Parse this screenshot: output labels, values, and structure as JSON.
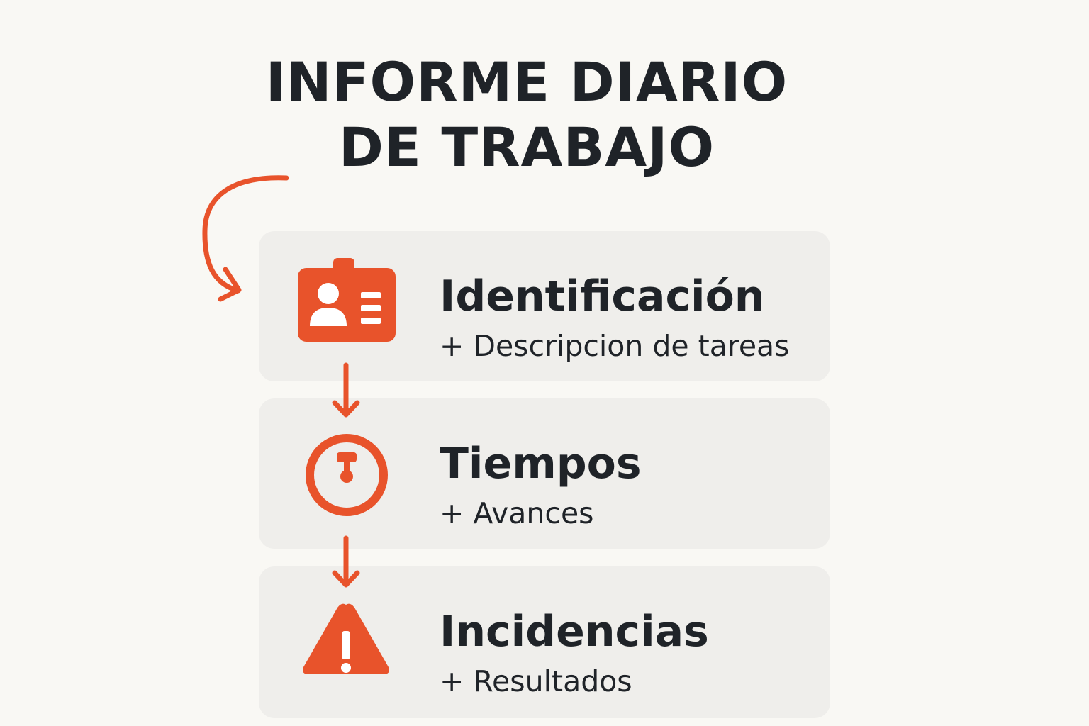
{
  "title": {
    "line1": "INFORME DIARIO",
    "line2": "DE TRABAJO"
  },
  "steps": [
    {
      "icon": "id-badge-icon",
      "heading": "Identificación",
      "sub": "+ Descripcion de tareas"
    },
    {
      "icon": "stopwatch-icon",
      "heading": "Tiempos",
      "sub": "+ Avances"
    },
    {
      "icon": "warning-icon",
      "heading": "Incidencias",
      "sub": "+ Resultados"
    }
  ],
  "colors": {
    "accent": "#e8532b",
    "text": "#1f2328",
    "card": "#efeeeb",
    "background": "#f9f8f4"
  }
}
